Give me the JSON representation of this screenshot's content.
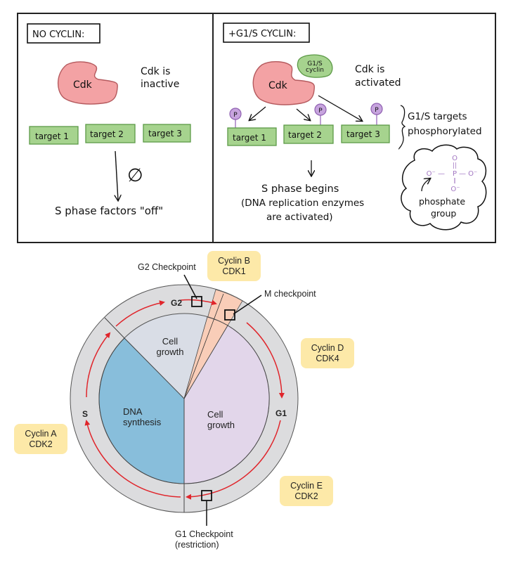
{
  "top_panels": {
    "left": {
      "header": "NO CYCLIN:",
      "cdk_label": "Cdk",
      "status_line1": "Cdk is",
      "status_line2": "inactive",
      "targets": [
        "target 1",
        "target 2",
        "target 3"
      ],
      "null_symbol": "∅",
      "result": "S phase factors \"off\""
    },
    "right": {
      "header": "+G1/S CYCLIN:",
      "cdk_label": "Cdk",
      "cyclin_line1": "G1/S",
      "cyclin_line2": "cyclin",
      "status_line1": "Cdk is",
      "status_line2": "activated",
      "targets": [
        "target 1",
        "target 2",
        "target 3"
      ],
      "phospho_label": "P",
      "brace_line1": "G1/S targets",
      "brace_line2": "phosphorylated",
      "result_line1": "S phase begins",
      "result_line2": "(DNA replication enzymes",
      "result_line3": "are activated)",
      "phosphate": {
        "top_o": "O",
        "double_bond": "||",
        "left_o": "O⁻ —",
        "p": "P",
        "right_o": "— O⁻",
        "bottom_o": "O⁻",
        "label_line1": "phosphate",
        "label_line2": "group"
      }
    }
  },
  "cell_cycle": {
    "phases": {
      "g2": "G2",
      "g1": "G1",
      "s": "S"
    },
    "sectors": {
      "g2_growth_line1": "Cell",
      "g2_growth_line2": "growth",
      "dna_line1": "DNA",
      "dna_line2": "synthesis",
      "g1_growth_line1": "Cell",
      "g1_growth_line2": "growth"
    },
    "checkpoints": {
      "g2": "G2 Checkpoint",
      "m": "M checkpoint",
      "g1_line1": "G1 Checkpoint",
      "g1_line2": "(restriction)"
    },
    "cyclin_boxes": [
      {
        "line1": "Cyclin B",
        "line2": "CDK1"
      },
      {
        "line1": "Cyclin D",
        "line2": "CDK4"
      },
      {
        "line1": "Cyclin A",
        "line2": "CDK2"
      },
      {
        "line1": "Cyclin E",
        "line2": "CDK2"
      }
    ],
    "colors": {
      "ring": "#dcdcde",
      "g2_sector": "#d9dde6",
      "dna_sector": "#88bedb",
      "g1_sector": "#e2d6ea",
      "m_sector": "#f9cdb8",
      "arrow": "#e0252b",
      "cyclin_box": "#fde9a8"
    }
  }
}
